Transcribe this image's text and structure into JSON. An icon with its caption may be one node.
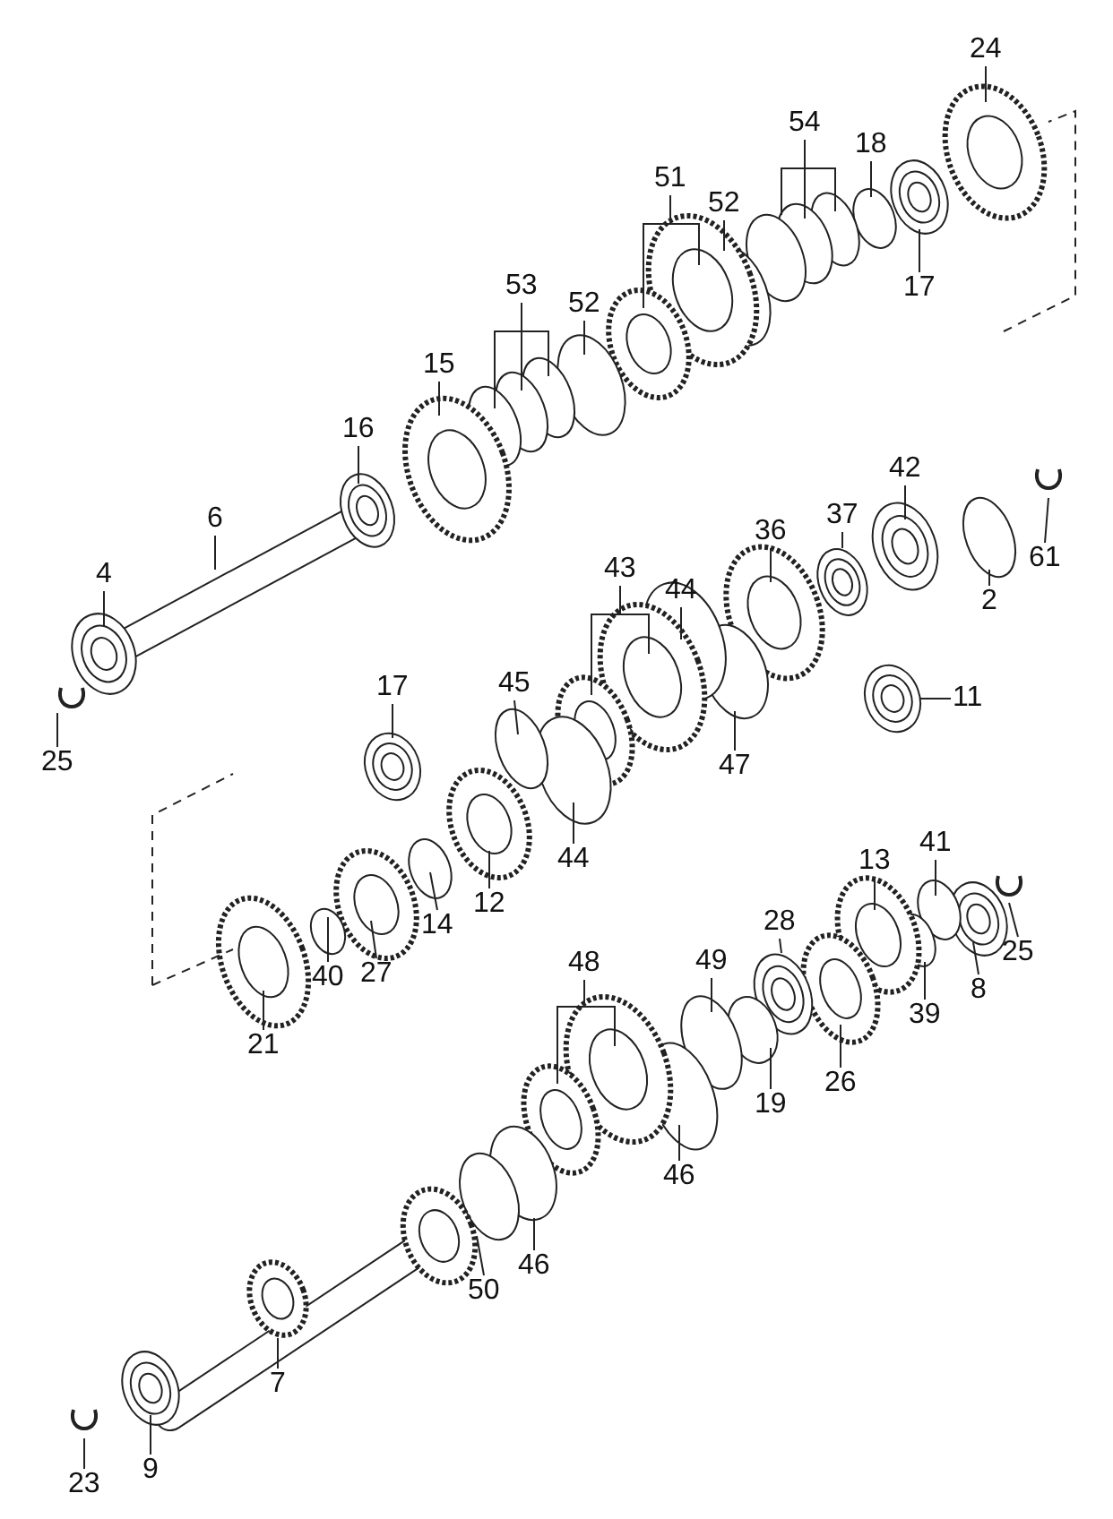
{
  "diagram": {
    "nodes": [
      {
        "text": [
          "24"
        ]
      },
      {
        "text": [
          "54"
        ]
      },
      {
        "text": [
          "18"
        ]
      },
      {
        "text": [
          "52"
        ]
      },
      {
        "text": [
          "51"
        ]
      },
      {
        "text": [
          "17"
        ]
      },
      {
        "text": [
          "53"
        ]
      },
      {
        "text": [
          "52"
        ]
      },
      {
        "text": [
          "15"
        ]
      },
      {
        "text": [
          "16"
        ]
      },
      {
        "text": [
          "6"
        ]
      },
      {
        "text": [
          "4"
        ]
      },
      {
        "text": [
          "25"
        ]
      },
      {
        "text": [
          "42"
        ]
      },
      {
        "text": [
          "61"
        ]
      },
      {
        "text": [
          "37"
        ]
      },
      {
        "text": [
          "36"
        ]
      },
      {
        "text": [
          "43"
        ]
      },
      {
        "text": [
          "44"
        ]
      },
      {
        "text": [
          "2"
        ]
      },
      {
        "text": [
          "45"
        ]
      },
      {
        "text": [
          "17"
        ]
      },
      {
        "text": [
          "11"
        ]
      },
      {
        "text": [
          "47"
        ]
      },
      {
        "text": [
          "44"
        ]
      },
      {
        "text": [
          "12"
        ]
      },
      {
        "text": [
          "14"
        ]
      },
      {
        "text": [
          "13"
        ]
      },
      {
        "text": [
          "41"
        ]
      },
      {
        "text": [
          "27"
        ]
      },
      {
        "text": [
          "40"
        ]
      },
      {
        "text": [
          "25"
        ]
      },
      {
        "text": [
          "28"
        ]
      },
      {
        "text": [
          "8"
        ]
      },
      {
        "text": [
          "49"
        ]
      },
      {
        "text": [
          "48"
        ]
      },
      {
        "text": [
          "39"
        ]
      },
      {
        "text": [
          "21"
        ]
      },
      {
        "text": [
          "26"
        ]
      },
      {
        "text": [
          "19"
        ]
      },
      {
        "text": [
          "46"
        ]
      },
      {
        "text": [
          "46"
        ]
      },
      {
        "text": [
          "50"
        ]
      },
      {
        "text": [
          "7"
        ]
      },
      {
        "text": [
          "9"
        ]
      },
      {
        "text": [
          "23"
        ]
      }
    ],
    "edges": [
      {
        "from": 0,
        "to": null,
        "arrow": "none"
      },
      {
        "from": 1,
        "to": null,
        "arrow": "none"
      },
      {
        "from": 1,
        "to": null,
        "arrow": "none"
      },
      {
        "from": 1,
        "to": null,
        "arrow": "none"
      },
      {
        "from": 2,
        "to": null,
        "arrow": "none"
      },
      {
        "from": 3,
        "to": null,
        "arrow": "none"
      },
      {
        "from": 4,
        "to": null,
        "arrow": "none"
      },
      {
        "from": 4,
        "to": null,
        "arrow": "none"
      },
      {
        "from": 5,
        "to": null,
        "arrow": "none"
      },
      {
        "from": 6,
        "to": null,
        "arrow": "none"
      },
      {
        "from": 6,
        "to": null,
        "arrow": "none"
      },
      {
        "from": 6,
        "to": null,
        "arrow": "none"
      },
      {
        "from": 7,
        "to": null,
        "arrow": "none"
      },
      {
        "from": 8,
        "to": null,
        "arrow": "none"
      },
      {
        "from": 9,
        "to": null,
        "arrow": "none"
      },
      {
        "from": 10,
        "to": null,
        "arrow": "none"
      },
      {
        "from": 11,
        "to": null,
        "arrow": "none"
      },
      {
        "from": 12,
        "to": null,
        "arrow": "none"
      },
      {
        "from": 13,
        "to": null,
        "arrow": "none"
      },
      {
        "from": 14,
        "to": null,
        "arrow": "none"
      },
      {
        "from": 15,
        "to": null,
        "arrow": "none"
      },
      {
        "from": 16,
        "to": null,
        "arrow": "none"
      },
      {
        "from": 17,
        "to": null,
        "arrow": "none"
      },
      {
        "from": 17,
        "to": null,
        "arrow": "none"
      },
      {
        "from": 18,
        "to": null,
        "arrow": "none"
      },
      {
        "from": 19,
        "to": null,
        "arrow": "none"
      },
      {
        "from": 20,
        "to": null,
        "arrow": "none"
      },
      {
        "from": 21,
        "to": null,
        "arrow": "none"
      },
      {
        "from": 22,
        "to": null,
        "arrow": "none"
      },
      {
        "from": 23,
        "to": null,
        "arrow": "none"
      },
      {
        "from": 24,
        "to": null,
        "arrow": "none"
      },
      {
        "from": 25,
        "to": null,
        "arrow": "none"
      },
      {
        "from": 26,
        "to": null,
        "arrow": "none"
      },
      {
        "from": 27,
        "to": null,
        "arrow": "none"
      },
      {
        "from": 28,
        "to": null,
        "arrow": "none"
      },
      {
        "from": 29,
        "to": null,
        "arrow": "none"
      },
      {
        "from": 30,
        "to": null,
        "arrow": "none"
      },
      {
        "from": 31,
        "to": null,
        "arrow": "none"
      },
      {
        "from": 32,
        "to": null,
        "arrow": "none"
      },
      {
        "from": 33,
        "to": null,
        "arrow": "none"
      },
      {
        "from": 34,
        "to": null,
        "arrow": "none"
      },
      {
        "from": 35,
        "to": null,
        "arrow": "none"
      },
      {
        "from": 35,
        "to": null,
        "arrow": "none"
      },
      {
        "from": 36,
        "to": null,
        "arrow": "none"
      },
      {
        "from": 37,
        "to": null,
        "arrow": "none"
      },
      {
        "from": 38,
        "to": null,
        "arrow": "none"
      },
      {
        "from": 39,
        "to": null,
        "arrow": "none"
      },
      {
        "from": 40,
        "to": null,
        "arrow": "none"
      },
      {
        "from": 41,
        "to": null,
        "arrow": "none"
      },
      {
        "from": 42,
        "to": null,
        "arrow": "none"
      },
      {
        "from": 43,
        "to": null,
        "arrow": "none"
      },
      {
        "from": 44,
        "to": null,
        "arrow": "none"
      },
      {
        "from": 45,
        "to": null,
        "arrow": "none"
      }
    ]
  }
}
